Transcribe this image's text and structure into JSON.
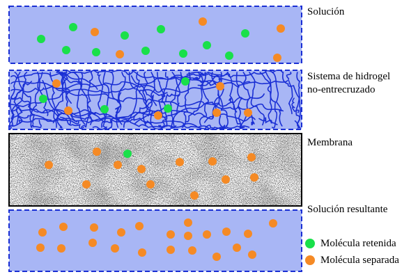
{
  "colors": {
    "panel_fill": "#a8b6f5",
    "panel_border": "#1a2fd4",
    "hydrogel_fiber": "#1a2fd4",
    "membrane_border": "#000000",
    "retained": "#19e04a",
    "separated": "#f58a25"
  },
  "labels": {
    "solution": "Solución",
    "hydrogel": "Sistema de hidrogel\nno-entrecruzado",
    "membrane": "Membrana",
    "result": "Solución resultante"
  },
  "legend": {
    "retained": "Molécula retenida",
    "separated": "Molécula separada"
  },
  "molecules": {
    "solution": [
      {
        "type": "retained",
        "count": 11
      },
      {
        "type": "separated",
        "count": 5
      }
    ],
    "hydrogel": [
      {
        "type": "retained",
        "count": 4
      },
      {
        "type": "separated",
        "count": 6
      }
    ],
    "membrane": [
      {
        "type": "retained",
        "count": 1
      },
      {
        "type": "separated",
        "count": 12
      }
    ],
    "result": [
      {
        "type": "separated",
        "count": 22
      }
    ]
  }
}
